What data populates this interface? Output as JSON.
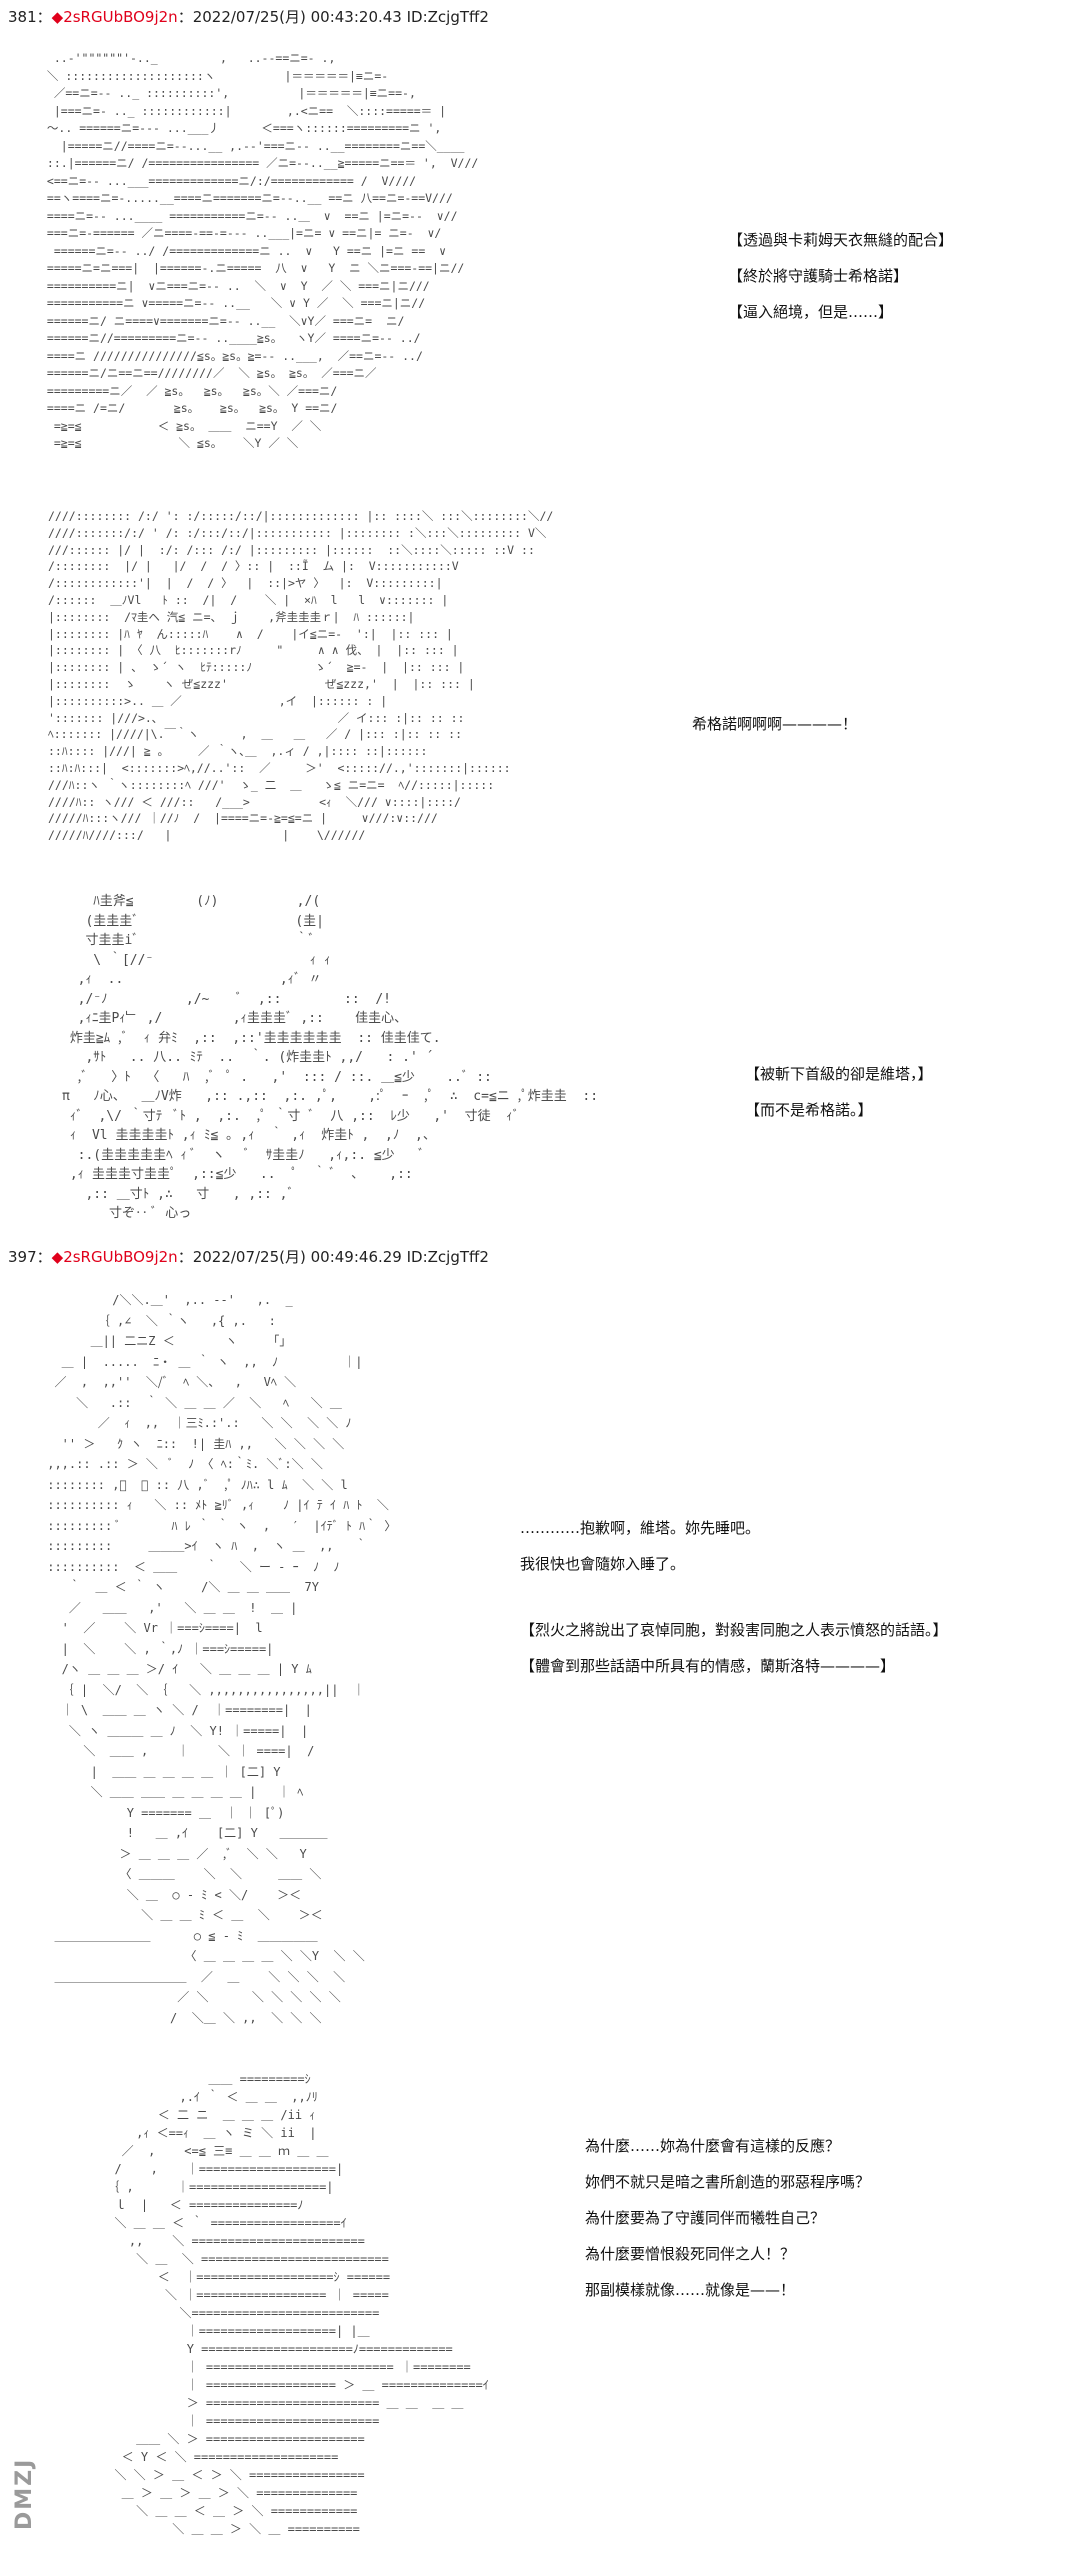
{
  "posts": [
    {
      "number": "381：",
      "marker": "◆",
      "user": "2sRGUbBO9j2n",
      "meta": "：2022/07/25(月) 00:43:20.43 ID:ZcjgTff2"
    },
    {
      "number": "397：",
      "marker": "◆",
      "user": "2sRGUbBO9j2n",
      "meta": "：2022/07/25(月) 00:49:46.29 ID:ZcjgTff2"
    }
  ],
  "captions": {
    "c1": [
      "【透過與卡莉姆天衣無縫的配合】",
      "【終於將守護騎士希格諾】",
      "【逼入絕境，但是……】"
    ],
    "c2": [
      "希格諾啊啊啊————！"
    ],
    "c3": [
      "【被斬下首級的卻是維塔，】",
      "【而不是希格諾。】"
    ],
    "c4": [
      "…………抱歉啊，維塔。妳先睡吧。",
      "我很快也會隨妳入睡了。"
    ],
    "c5": [
      "【烈火之將說出了哀悼同胞，對殺害同胞之人表示憤怒的話語。】",
      "【體會到那些話語中所具有的情感，蘭斯洛特————】"
    ],
    "c6": [
      "為什麼……妳為什麼會有這樣的反應？",
      "妳們不就只是暗之書所創造的邪惡程序嗎？",
      "為什麼要為了守護同伴而犧牲自己？",
      "為什麼要憎恨殺死同伴之人！？",
      "那副模樣就像……就像是——！"
    ]
  },
  "art": {
    "a1": [
      "  ..-'\"\"\"\"\"\"'-.._         ,   ..-‐==ニ=- .,",
      " ＼ ::::::::::::::::::::ヽ          |＝＝＝＝＝|≡ニ=-",
      "  ／==ニ=‐- .._ ::::::::::',          |＝＝＝＝＝|≡ニ==-,",
      "  |===ニ=- .._ ::::::::::::|        ,.<ニ==  ＼::::=====＝ |",
      " ～.. ======ニ=‐-- ...___丿      ＜===ヽ::::::=========ニ ',",
      "   |=====ニ//====ニ=--...__ ,.-‐'===ニ‐- ..__========ニ==＼____",
      " ::.|======ニ/ /================ ／ニ=‐-..__≧=====ニ==＝ ',  V///",
      " <==ニ=‐- ...___=============ニ/:/============ /  V////",
      " ==ヽ====ニ=-.....__====ニ=======ニ=‐-..__ ==ニ 八==ニ=‐==V///",
      " ====ニ=‐- ...____ ===========ニ=‐- ..＿  ∨  ==ニ |=ニ=‐-  ∨//",
      " ===ニ=‐====== ／ニ====-==-=‐‐- ..___|=ニ= ∨ ==ニ|= ニ=-  ∨/",
      "  ======ニ=‐- ../ /=============ニ ..  ∨   Y ==ニ |=ニ ==  ∨",
      " =====ニ=ニ===|  |======-.ニ=====  八  ∨   Y  ニ ＼ニ===-==|ニ//",
      " ==========ニ|  ∨ニ===ニ=‐- ..  ＼  ∨  Y  ／ ＼ ===ニ|ニ///",
      " ===========ニ ∨=====ニ=‐- ..__   ＼ ∨ Y ／  ＼ ===ニ|ニ//",
      " ======ニ/ ニ====∨=======ニ=‐- ..__  ＼∨Y／ ===ニ=  ニ/",
      " ======ニ//=========ニ=‐- ..____≧s。  ヽY／ ====ニ=‐- ../",
      " ====ニ ///////////////≦s。≧s。≧=‐- ..___,  ／==ニ=‐- ../",
      " ======ニ/ニ==ニ==////////／  ＼ ≧s。 ≧s。 ／===ニ／",
      " =========ニ／  ／ ≧s。  ≧s。  ≧s。＼ ／===ニ/",
      " ====ニ /=ニ/       ≧s。   ≧s。  ≧s。 Y ==ニ/",
      "  =≧=≦           ＜ ≧s。 ＿＿  ニ==Y  ／ ＼",
      "  =≧=≦              ＼ ≦s。   ＼Y ／ ＼"
    ],
    "a2": [
      "////:::::::: /:/ ': :/:::::/::/|::::::::::::: |:: ::::＼ :::＼::::::::＼//",
      "////:::::::/:/ ' /: :/:::/::/|::::::::::: |:::::::: :＼:::＼::::::::: V＼",
      "///:::::: |/ |  :/: /::: /:/ |::::::::: |::::::  ::＼::::＼::::: ::V ::",
      "/::::::::  |/ |   |/  /  / 〉:: |  ::Ĩ  ム |:  V:::::::::::V",
      "/::::::::::::'|  |  /  / 〉  |  ::|>ヤ 〉  |:  V:::::::::|",
      "/::::::  ＿ﾉVl   ﾄ ::  /|  /    ＼ |  ×ﾊ  l   l  ∨::::::: |",
      "|::::::::  /ﾏ圭ヘ 汽≦ ニ=、 ｊ    ,斧圭圭圭ｒ|  ﾊ ::::::|",
      "|:::::::: |ﾊ ﾔ  ん:::::ﾊ    ∧  /    |イ≦ニ=-  ':|  |:: ::: |",
      "|:::::::: | 〈 八  ﾋ:::::::rﾉ     \"     ∧ ∧ 伐、 |  |:: ::: |",
      "|:::::::: | 、 ゝ´ ヽ  ﾋﾃ:::::ﾉ         ゝ´  ≧=-  |  |:: ::: |",
      "|::::::::  ゝ    ヽ ぜ≦zzz'              ぜ≦zzz,'  |  |:: ::: |",
      "|::::::::::>.. ＿ ／              ,イ  |:::::: : |",
      "'::::::: |///>.､                          ／ イ::: :|:: :: ::",
      "ﾍ::::::: |////|\\.￣｀ヽ      ,  ＿   ＿   ／ / |::: :|:: :: ::",
      "::ﾊ:::: |///| ≧ ｡     ／ ｀ヽ､＿  ,.ィ / ,|:::: ::|::::::",
      "::ﾊ:ﾊ:::|  <:::::::>ﾍ,//..'::  ／     ＞'  <::::://.,':::::::|::::::",
      "///ﾊ::ヽ ｀ヽ::::::::ﾍ ///'  ゝ_ 二  ＿   ゝ≦ ニ=ニ=  ﾍ//:::::|:::::",
      "////ﾊ:: ヽ/// ＜ ///::   /___>          <ｨ  ＼/// ∨::::|::::/",
      "/////ﾊ:::ヽ/// ｜//ﾉ  /  |====ニ=‐≧=≦=ニ |     ∨///:∨::///",
      "/////ﾊ////:::/   |                |    \\//////"
    ],
    "a3": [
      "    ﾊ圭斧≦        (ﾉ)          ,/( ",
      "   (圭圭圭ﾞ                    (圭|",
      "   寸圭圭iﾞ                    ｀ﾞ",
      "    \\ ｀[//⁻                    ｨ ｨ",
      "  ,ｨ  ..                    ,ｨﾞ 〃",
      "  ,/⁻ﾉ          ,/~    ﾞ  ,::        ::  /!",
      "  ,ｨﾆ圭Pｨ﹂ ,/         ,ｨ圭圭圭ﾞ ,::    佳圭心、",
      " 炸圭≧ﾑ ,ﾞ  ｨ 弁ﾐ  ,::  ,::'圭圭圭圭圭圭  :: 佳圭佳て.",
      "   ,ｻﾄ   .. 八.. ﾐﾃ  ..  ｀. (炸圭圭ﾄ ,,/   : .' ´",
      "  ,ﾞ   〉ﾄ  〈   ﾊ  ,ﾞ  ﾟ .   ,'  ::: / ::. ＿≦少    ..ﾞ ::",
      "π   ﾉ心、  ＿ﾉV炸   ,:: .,::  ,:. ,ﾟ,    ,:ﾟ  ｰ  ,ﾟ  ∴  c=≦ニ ,ﾟ炸圭圭  ::",
      " ｨﾞ  ,\\/ ｀寸ﾃ  ﾞﾄ ,  ,:.  ,ﾟ ｀寸 ﾞ  八 ,::  ﾚ少   ,'  寸徒  ｨﾞ",
      " ｨ  Vl 圭圭圭圭ﾄ ,ｨ ﾐ≦ ｡ ,ｨ  ｀ ,ｨ  炸圭ﾄ ,  ,ﾉ  ,、",
      "  :.(圭圭圭圭圭ﾍ ｨ ﾞ  ヽ   ﾞ  ｻ圭圭ﾉ   ,ｨ,:. ≦少   ﾞ",
      " ,ｨ 圭圭圭寸圭圭ﾟ  ,::≦少   ..  ﾟ  ｀ ﾞ  ､    ,::",
      "   ,:: ＿寸ﾄ ,∴   寸   , ,:: ,ﾞ",
      "      寸ぞ‥ ﾞ 心っ"
    ],
    "a4": [
      "          /＼＼.＿'  ,.. -‐'   ,.  _",
      "        ｛ ,∠  ＼ ｀ヽ   ,{ ,.   :",
      "       ＿|| 二ニZ ＜       ヽ     ｢｣",
      "   ＿ |  .....  ﾆ・ ＿ ｀ ヽ  ,,  ﾉ         ｜|",
      "  ／  ,  ,,''  ＼/ﾞ  ﾍ ＼、  ,   Vﾍ ＼",
      "     ＼   .::  ｀ ＼ ＿ ＿ ／  ＼   ﾍ   ＼ ＿",
      "        ／  ｨ  ,,  ｜三ﾐ.:'.:   ＼ ＼  ＼ ＼ ﾉ  ",
      "   '' ＞   ｸ ヽ  ﾆ::  !| 圭ﾊ ,,   ＼ ＼ ＼ ＼",
      " ,,,.:: .:: ＞ ＼  ﾞ  ﾉ 〈 ﾍ:｀ﾐ. ＼ﾞ:＼ ＼",
      " :::::::: ,ﾞ  ＼ :: 八 ,ﾞ  ,ﾟ ﾉﾊ∴ l ﾑ  ＼ ＼ l",
      " :::::::::: ｨ   ＼ :: ﾒﾄ ≧ﾘﾞ ,ｨ    ﾉ |ｲ ﾃ ｲ ﾊ ﾄ  ＼",
      " ::::::::: ﾞ       ﾊ ﾚ ｀ ｀ ヽ  ,   ′  |ｲﾃﾞ ﾄ ﾊ｀ 〉",
      " :::::::::     ＿＿＿>ｲ  ヽ ﾊ  ,  ヽ ＿  ,,   ｀",
      " ::::::::::  ＜ ＿＿    ｀   ＼ ー ‐ ｰ  ﾉ  ﾉ",
      "    ｀  ＿ ＜ ｀ ヽ     /＼ ＿ ＿ ＿＿  7Y",
      "    ／   ＿＿   ,'   ＼ ＿ ＿  !  ＿ |",
      "   '  ／    ＼ Vr ｜===ｼ====|  l",
      "   |  ＼    ＼ , ｀,ﾉ ｜===ｼ=====|",
      "   /ヽ ＿ ＿ ＿ ＞/ ｲ   ＼ ＿ ＿ ＿ | Y ﾑ",
      "   ｛ |  ＼/  ＼ ｛   ＼ ,,,,,,,,,,,,,,,,||  ｜",
      "   ｜ \\  ＿＿ ＿ ヽ ＼ /  ｜========|  |",
      "    ＼ ヽ ＿＿＿ ＿ ﾉ  ＼ Y! ｜=====|  |",
      "      ＼  ＿＿ ,    ｜    ＼ ｜ ====|  /",
      "       |  ＿＿ ＿ ＿ ＿ ＿ ｜ [二] Y",
      "       ＼ ＿＿ ＿＿ ＿ ＿ ＿ ＿ |   ｜ ﾍ",
      "            Y ======= ＿  ｜ ｜ [ﾟ)",
      "            !   ＿ ,ｲ    [二] Y   ＿＿＿＿",
      "           ＞ ＿ ＿ ＿ ／  ,ﾞ  ＼ ＼   Y",
      "           〈 ＿＿＿    ＼  ＼     ＿＿ ＼",
      "            ＼ ＿  ○ ‐ ﾐ < ＼/    ＞＜",
      "              ＼ ＿ ＿ ﾐ ＜ ＿  ＼    ＞＜",
      "  ＿＿＿＿＿＿＿＿      ○ ≦ ‐ ﾐ  ＿＿＿＿＿",
      "                    〈 ＿ ＿ ＿ ＿ ＼ ＼Y  ＼ ＼",
      "  ＿＿＿＿＿＿＿＿＿＿＿  ／  ＿    ＼ ＼ ＼  ＼",
      "                   ／ ＼      ＼ ＼ ＼ ＼ ＼",
      "                  /  ＼＿ ＼ ,,  ＼ ＼ ＼"
    ],
    "a5": [
      "               ＿＿ =========ｼ",
      "           ,.ｲ ｀ ＜ ＿ ＿  ,,ﾉﾘ",
      "        ＜ 二 ニ  ＿ ＿ ＿ /ii ｨ",
      "     ,ｨ ＜==ｨ  ＿ ヽ ミ ＼ ii  |",
      "   ／  ,    <=≦ 三≡ ＿ ＿ ｍ ＿ ＿",
      "  /    ,    ｜===================|",
      " ｛ ,      ｜===================|",
      "  ｌ  |   ＜ ===============ﾉ",
      "  ＼ ＿ ＿ ＜ ｀ ==================ｲ",
      "    ,,    ＼ ========================",
      "     ＼ ＿  ＼ ==========================",
      "        ＜  ｜===================ｼ ======",
      "         ＼ ｜================== ｜ =====",
      "           ＼==========================",
      "            ｜===================| |＿",
      "            Y =====================ﾉ=============",
      "            ｜ ========================== ｜========",
      "            ｜ ================== ＞ ＿ ==============ｲ",
      "            ＞ ======================== ＿ ＿  ＿ ＿",
      "            ｜ ========================",
      "     ＿＿ ＼ ＞ ======================",
      "   ＜ Y ＜ ＼ ====================",
      "  ＼ ＼ ＞ ＿ ＜ ＞ ＼ ================",
      "   ＿ ＞ ＿ ＞ ＿ ＞ ＼ ==============",
      "     ＼ ＿ ＿ ＜ ＿ ＞ ＼ ============",
      "          ＼ ＿ ＿ ＞ ＼ ＿ =========="
    ]
  },
  "watermark": "DMZJ"
}
